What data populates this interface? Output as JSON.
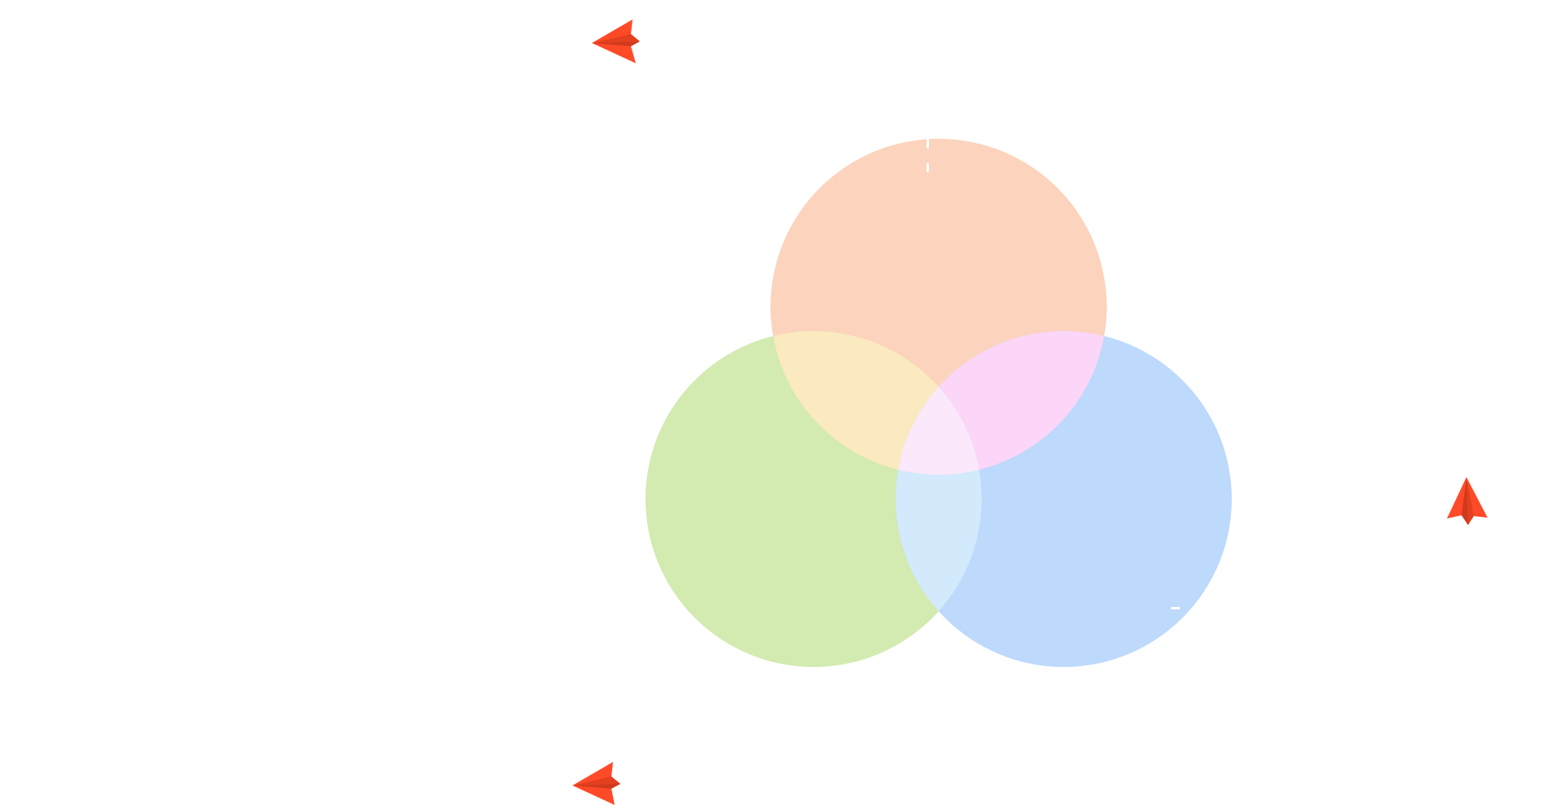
{
  "venn": {
    "circles": [
      {
        "id": "top",
        "color": "#FCD3BC"
      },
      {
        "id": "left",
        "color": "#D3EAB1"
      },
      {
        "id": "right",
        "color": "#BDD9FB"
      }
    ],
    "overlaps": {
      "top_left": "#FBE9C0",
      "top_right": "#FBD6F8",
      "left_right": "#D3E9FC",
      "center": "#FBE8FA"
    }
  },
  "decorations": {
    "plane_color": "#FF4A28",
    "plane_shade": "#E2401F",
    "plane_dark": "#D03A1C"
  }
}
